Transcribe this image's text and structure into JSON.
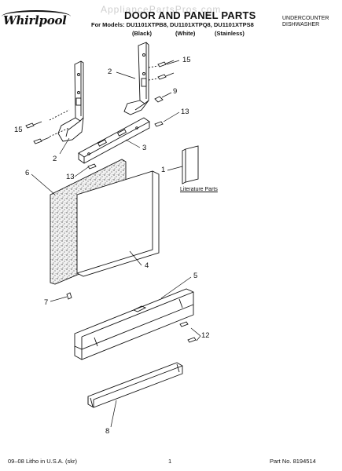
{
  "header": {
    "watermark": "AppliancePartsPros.com",
    "brand": "Whirlpool",
    "title": "DOOR AND PANEL PARTS",
    "models": "For Models: DU1101XTPB8, DU1101XTPQ8, DU1101XTPS8",
    "color_black": "(Black)",
    "color_white": "(White)",
    "color_stainless": "(Stainless)",
    "type_line1": "UNDERCOUNTER",
    "type_line2": "DISHWASHER"
  },
  "diagram": {
    "literature_label": "Literature Parts",
    "callouts": {
      "c1": "1",
      "c2a": "2",
      "c2b": "2",
      "c3": "3",
      "c4": "4",
      "c5": "5",
      "c6": "6",
      "c7": "7",
      "c8": "8",
      "c9": "9",
      "c12": "12",
      "c13a": "13",
      "c13b": "13",
      "c15a": "15",
      "c15b": "15"
    }
  },
  "footer": {
    "litho": "09–08 Litho in U.S.A. (skr)",
    "page": "1",
    "part_no": "Part No. 8194514"
  }
}
